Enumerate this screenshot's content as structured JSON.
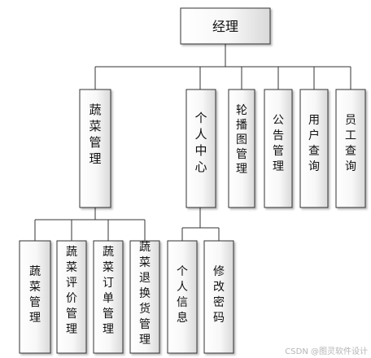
{
  "root": {
    "label": "经理"
  },
  "level1": [
    {
      "id": "veg",
      "label": "蔬菜管理"
    },
    {
      "id": "center",
      "label": "个人中心"
    },
    {
      "id": "carousel",
      "label": "轮播图管理"
    },
    {
      "id": "notice",
      "label": "公告管理"
    },
    {
      "id": "user",
      "label": "用户查询"
    },
    {
      "id": "staff",
      "label": "员工查询"
    }
  ],
  "level2": {
    "veg": [
      {
        "label": "蔬菜管理"
      },
      {
        "label": "蔬菜评价管理"
      },
      {
        "label": "蔬菜订单管理"
      },
      {
        "label": "蔬菜退换货管理"
      }
    ],
    "center": [
      {
        "label": "个人信息"
      },
      {
        "label": "修改密码"
      }
    ]
  },
  "watermark": "CSDN @图灵软件设计"
}
